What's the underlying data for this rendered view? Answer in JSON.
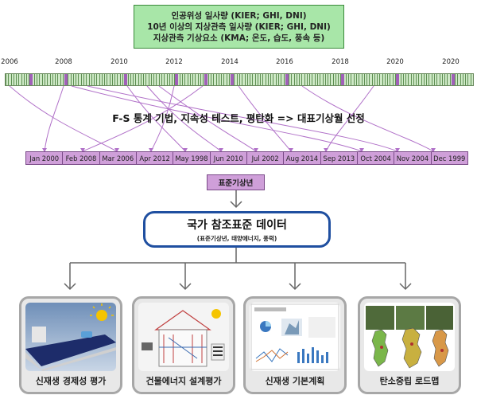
{
  "source": {
    "lines": [
      "인공위성 일사량 (KIER; GHI, DNI)",
      "10년 이상의 지상관측 일사량 (KIER; GHI, DNI)",
      "지상관측 기상요소 (KMA; 온도, 습도, 풍속 등)"
    ]
  },
  "timeline": {
    "years": [
      "2006",
      "2008",
      "2010",
      "2012",
      "2014",
      "2016",
      "2018",
      "2020"
    ],
    "year2020": "2020"
  },
  "method": "F-S 통계 기법, 지속성 테스트, 평탄화 => 대표기상월 선정",
  "months": [
    "Jan 2000",
    "Feb 2008",
    "Mar 2006",
    "Apr 2012",
    "May 1998",
    "Jun 2010",
    "Jul 2002",
    "Aug 2014",
    "Sep 2013",
    "Oct 2004",
    "Nov 2004",
    "Dec 1999"
  ],
  "tmy_label": "표준기상년",
  "database": {
    "title": "국가 참조표준 데이터",
    "subtitle": "(표준기상년, 태양에너지, 풍력)"
  },
  "applications": [
    {
      "label": "신재생 경제성 평가"
    },
    {
      "label": "건물에너지 설계평가"
    },
    {
      "label": "신재생 기본계획"
    },
    {
      "label": "탄소중립 로드맵"
    }
  ],
  "colors": {
    "source_fill": "#a8e6a8",
    "ruler_fill": "#cfe9c7",
    "connector": "#b070c8",
    "month_fill": "#cf9fd9",
    "db_border": "#1f4fa0",
    "card_border": "#a7a7a7"
  }
}
